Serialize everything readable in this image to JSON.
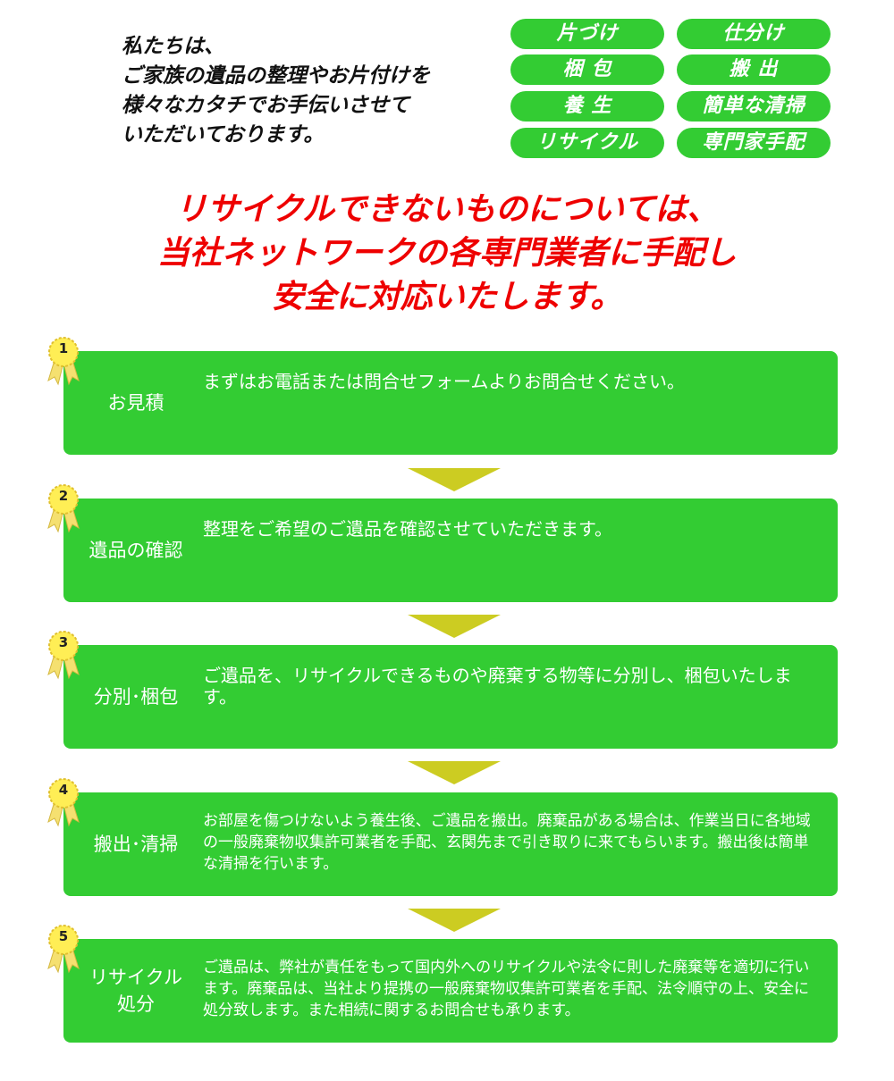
{
  "intro": {
    "lines": [
      "私たちは、",
      "ご家族の遺品の整理やお片付けを",
      "様々なカタチでお手伝いさせて",
      "いただいております。"
    ]
  },
  "tags": [
    "片づけ",
    "仕分け",
    "梱 包",
    "搬 出",
    "養 生",
    "簡単な清掃",
    "リサイクル",
    "専門家手配"
  ],
  "headline": {
    "lines": [
      "リサイクルできないものについては、",
      "当社ネットワークの各専門業者に手配し",
      "安全に対応いたします。"
    ]
  },
  "steps": [
    {
      "number": "1",
      "title": "お見積",
      "description": "まずはお電話または問合せフォームよりお問合せください。"
    },
    {
      "number": "2",
      "title": "遺品の確認",
      "description": "整理をご希望のご遺品を確認させていただきます。"
    },
    {
      "number": "3",
      "title": "分別･梱包",
      "description": "ご遺品を、リサイクルできるものや廃棄する物等に分別し、梱包いたします。"
    },
    {
      "number": "4",
      "title": "搬出･清掃",
      "description": "お部屋を傷つけないよう養生後、ご遺品を搬出。廃棄品がある場合は、作業当日に各地域の一般廃棄物収集許可業者を手配、玄関先まで引き取りに来てもらいます。搬出後は簡単な清掃を行います。"
    },
    {
      "number": "5",
      "title": "リサイクル\n処分",
      "description": "ご遺品は、弊社が責任をもって国内外へのリサイクルや法令に則した廃棄等を適切に行います。廃棄品は、当社より提携の一般廃棄物収集許可業者を手配、法令順守の上、安全に処分致します。また相続に関するお問合せも承ります。"
    }
  ],
  "colors": {
    "green": "#33cc33",
    "red": "#ee0000",
    "arrow": "#cccc22",
    "badge": "#ffee55"
  }
}
